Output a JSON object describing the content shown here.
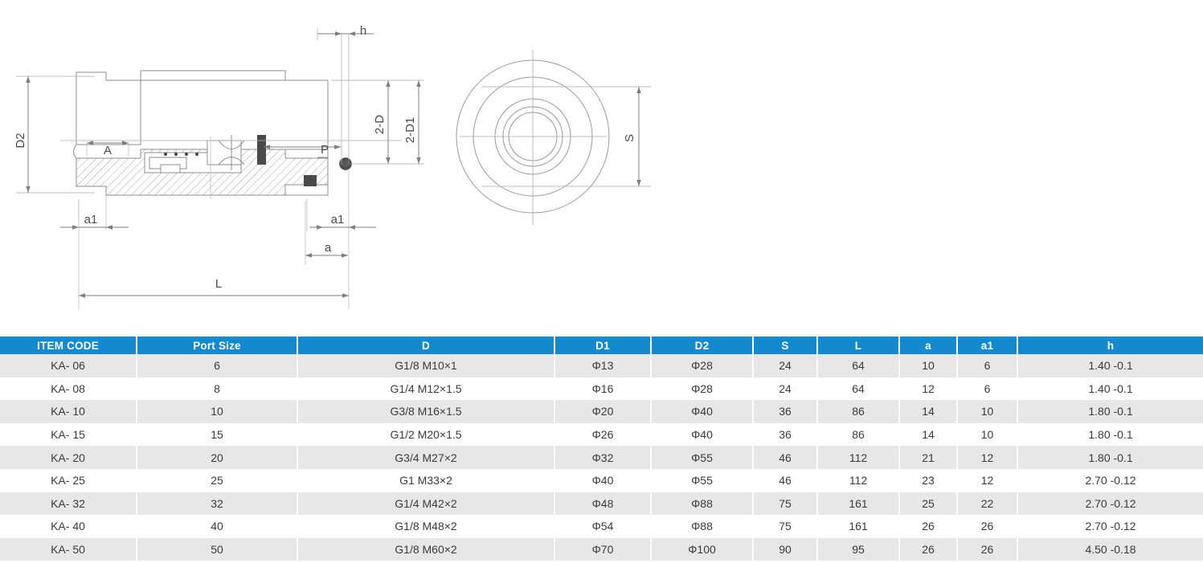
{
  "drawing": {
    "labels": {
      "d2": "D2",
      "a": "A",
      "a1_left": "a1",
      "a1_right": "a1",
      "a_dim": "a",
      "l": "L",
      "h": "h",
      "p": "P",
      "two_d": "2-D",
      "two_d1": "2-D1",
      "s": "S"
    },
    "views": {
      "section_view": "cross-section-view",
      "end_view": "end-face-view"
    },
    "line_color": "#8d8d8d",
    "seal_color": "#4a4a4a"
  },
  "table": {
    "accent_color": "#1589ce",
    "row_alt_color": "#e7e7e7",
    "columns": [
      "ITEM CODE",
      "Port Size",
      "D",
      "D1",
      "D2",
      "S",
      "L",
      "a",
      "a1",
      "h"
    ],
    "rows": [
      {
        "item_code": "KA- 06",
        "port_size": "6",
        "d": "G1/8 M10×1",
        "d1": "Φ13",
        "d2": "Φ28",
        "s": "24",
        "l": "64",
        "a": "10",
        "a1": "6",
        "h": "1.40 -0.1"
      },
      {
        "item_code": "KA- 08",
        "port_size": "8",
        "d": "G1/4 M12×1.5",
        "d1": "Φ16",
        "d2": "Φ28",
        "s": "24",
        "l": "64",
        "a": "12",
        "a1": "6",
        "h": "1.40 -0.1"
      },
      {
        "item_code": "KA- 10",
        "port_size": "10",
        "d": "G3/8 M16×1.5",
        "d1": "Φ20",
        "d2": "Φ40",
        "s": "36",
        "l": "86",
        "a": "14",
        "a1": "10",
        "h": "1.80 -0.1"
      },
      {
        "item_code": "KA- 15",
        "port_size": "15",
        "d": "G1/2 M20×1.5",
        "d1": "Φ26",
        "d2": "Φ40",
        "s": "36",
        "l": "86",
        "a": "14",
        "a1": "10",
        "h": "1.80 -0.1"
      },
      {
        "item_code": "KA- 20",
        "port_size": "20",
        "d": "G3/4 M27×2",
        "d1": "Φ32",
        "d2": "Φ55",
        "s": "46",
        "l": "112",
        "a": "21",
        "a1": "12",
        "h": "1.80 -0.1"
      },
      {
        "item_code": "KA- 25",
        "port_size": "25",
        "d": "G1 M33×2",
        "d1": "Φ40",
        "d2": "Φ55",
        "s": "46",
        "l": "112",
        "a": "23",
        "a1": "12",
        "h": "2.70 -0.12"
      },
      {
        "item_code": "KA- 32",
        "port_size": "32",
        "d": "G1/4 M42×2",
        "d1": "Φ48",
        "d2": "Φ88",
        "s": "75",
        "l": "161",
        "a": "25",
        "a1": "22",
        "h": "2.70 -0.12"
      },
      {
        "item_code": "KA- 40",
        "port_size": "40",
        "d": "G1/8 M48×2",
        "d1": "Φ54",
        "d2": "Φ88",
        "s": "75",
        "l": "161",
        "a": "26",
        "a1": "26",
        "h": "2.70 -0.12"
      },
      {
        "item_code": "KA- 50",
        "port_size": "50",
        "d": "G1/8 M60×2",
        "d1": "Φ70",
        "d2": "Φ100",
        "s": "90",
        "l": "95",
        "a": "26",
        "a1": "26",
        "h": "4.50 -0.18"
      }
    ]
  }
}
